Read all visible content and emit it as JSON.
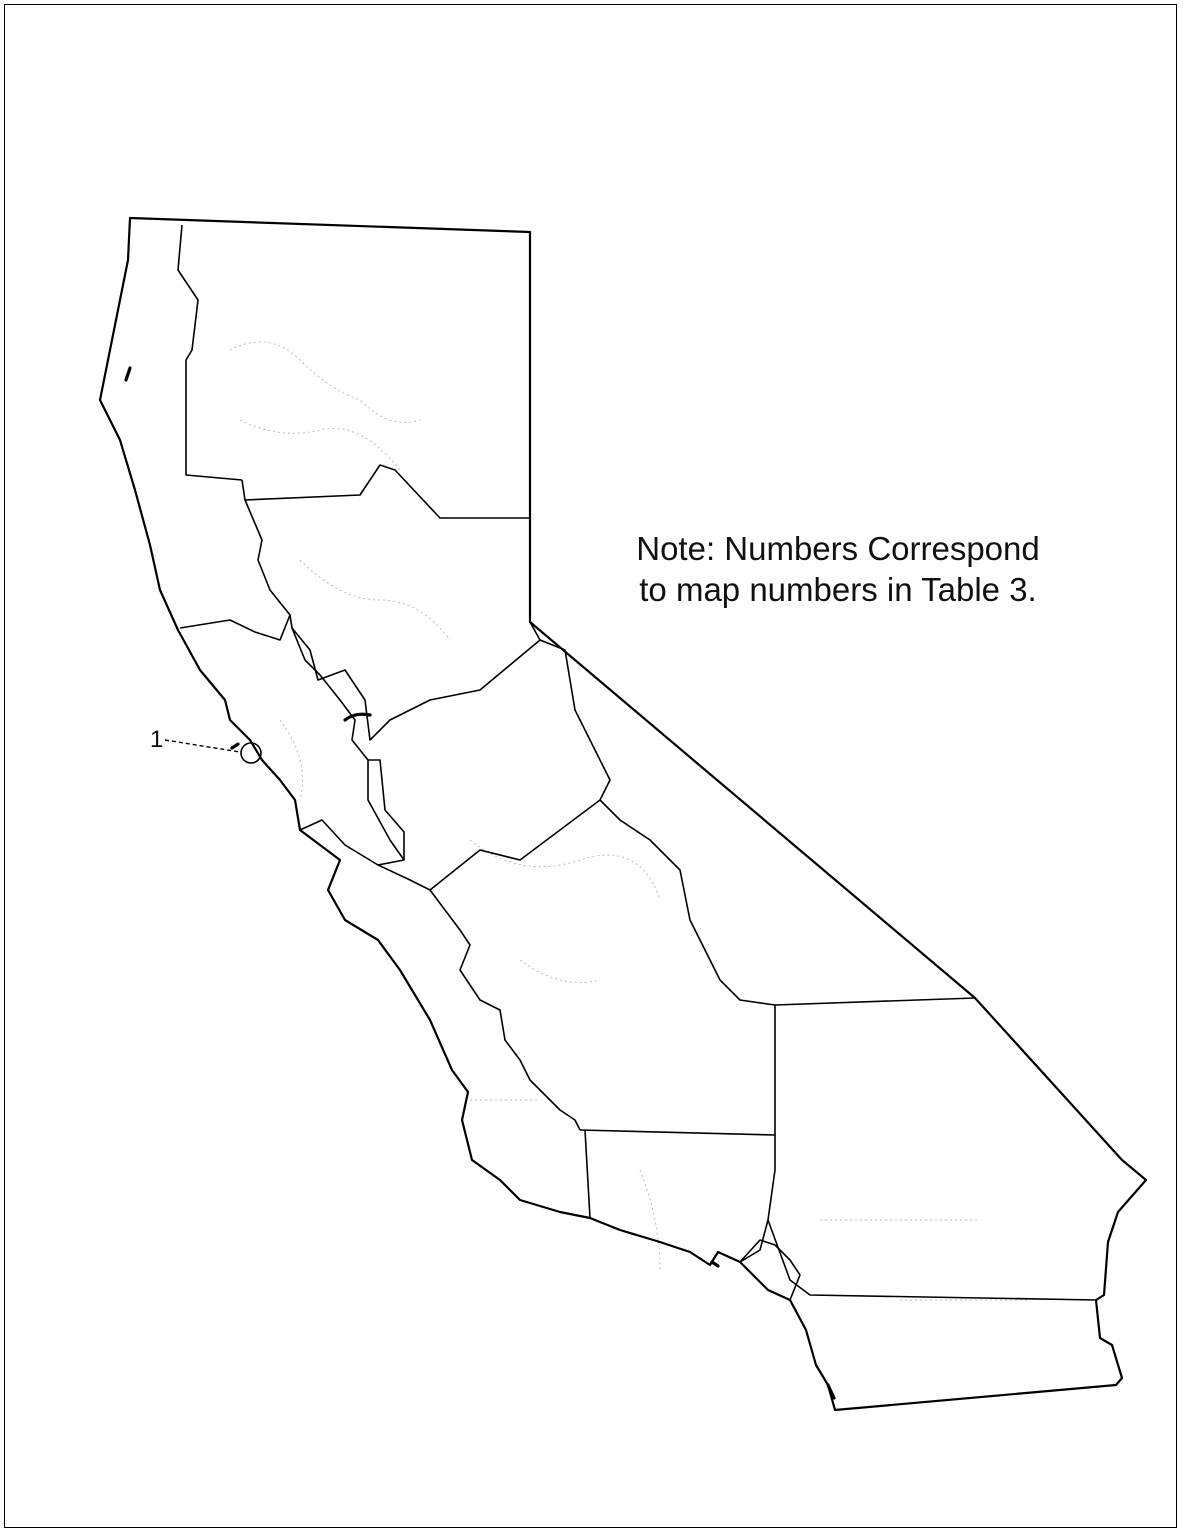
{
  "note": {
    "line1": "Note: Numbers Correspond",
    "line2": "to map numbers in Table 3."
  },
  "sites": [
    {
      "label": "1"
    }
  ],
  "colors": {
    "boundary": "#000000",
    "background": "#ffffff",
    "faint_streams": "#bbbbbb"
  }
}
